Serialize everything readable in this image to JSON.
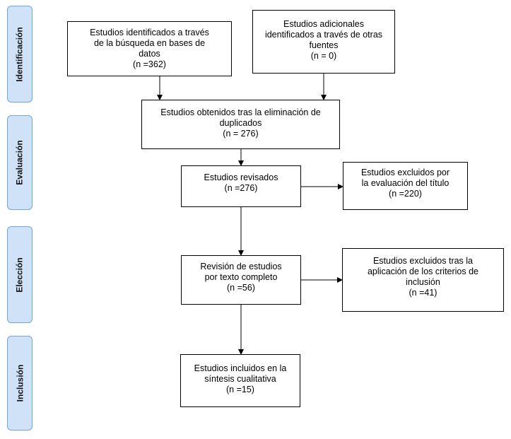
{
  "stages": [
    {
      "id": "identificacion",
      "label": "Identificación"
    },
    {
      "id": "evaluacion",
      "label": "Evaluación"
    },
    {
      "id": "eleccion",
      "label": "Elección"
    },
    {
      "id": "inclusion",
      "label": "Inclusión"
    }
  ],
  "boxes": {
    "db_search": {
      "lines": [
        "Estudios identificados a través",
        "de la búsqueda en bases de",
        "datos",
        "(n =362)"
      ]
    },
    "other_sources": {
      "lines": [
        "Estudios adicionales",
        "identificados a través de otras",
        "fuentes",
        "(n = 0)"
      ]
    },
    "deduplicated": {
      "lines": [
        "Estudios obtenidos tras la eliminación de",
        "duplicados",
        "(n = 276)"
      ]
    },
    "screened": {
      "lines": [
        "Estudios revisados",
        "(n =276)"
      ]
    },
    "excluded_title": {
      "lines": [
        "Estudios excluidos por",
        "la evaluación del título",
        "(n =220)"
      ]
    },
    "fulltext": {
      "lines": [
        "Revisión de estudios",
        "por texto completo",
        "(n =56)"
      ]
    },
    "excluded_criteria": {
      "lines": [
        "Estudios excluidos tras la",
        "aplicación de los criterios de",
        "inclusión",
        "(n =41)"
      ]
    },
    "included": {
      "lines": [
        "Estudios incluidos en la",
        "síntesis cualitativa",
        "(n =15)"
      ]
    }
  }
}
